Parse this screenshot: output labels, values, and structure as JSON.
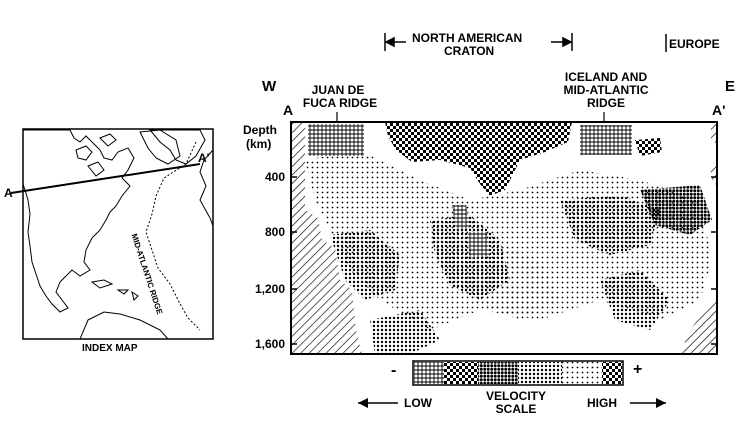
{
  "index_map": {
    "caption": "INDEX MAP",
    "point_a": "A",
    "point_a_prime": "A'",
    "ridge_label": "MID-ATLANTIC RIDGE"
  },
  "header": {
    "craton_line1": "NORTH AMERICAN",
    "craton_line2": "CRATON",
    "europe": "EUROPE",
    "west": "W",
    "east": "E",
    "point_a": "A",
    "point_a_prime": "A'"
  },
  "features": {
    "juan_line1": "JUAN DE",
    "juan_line2": "FUCA RIDGE",
    "iceland_line1": "ICELAND AND",
    "iceland_line2": "MID-ATLANTIC",
    "iceland_line3": "RIDGE"
  },
  "depth_axis": {
    "label_line1": "Depth",
    "label_line2": "(km)",
    "ticks": [
      "400",
      "800",
      "1,200",
      "1,600"
    ]
  },
  "velocity_scale": {
    "minus": "-",
    "plus": "+",
    "low": "LOW",
    "high": "HIGH",
    "title_line1": "VELOCITY",
    "title_line2": "SCALE"
  }
}
